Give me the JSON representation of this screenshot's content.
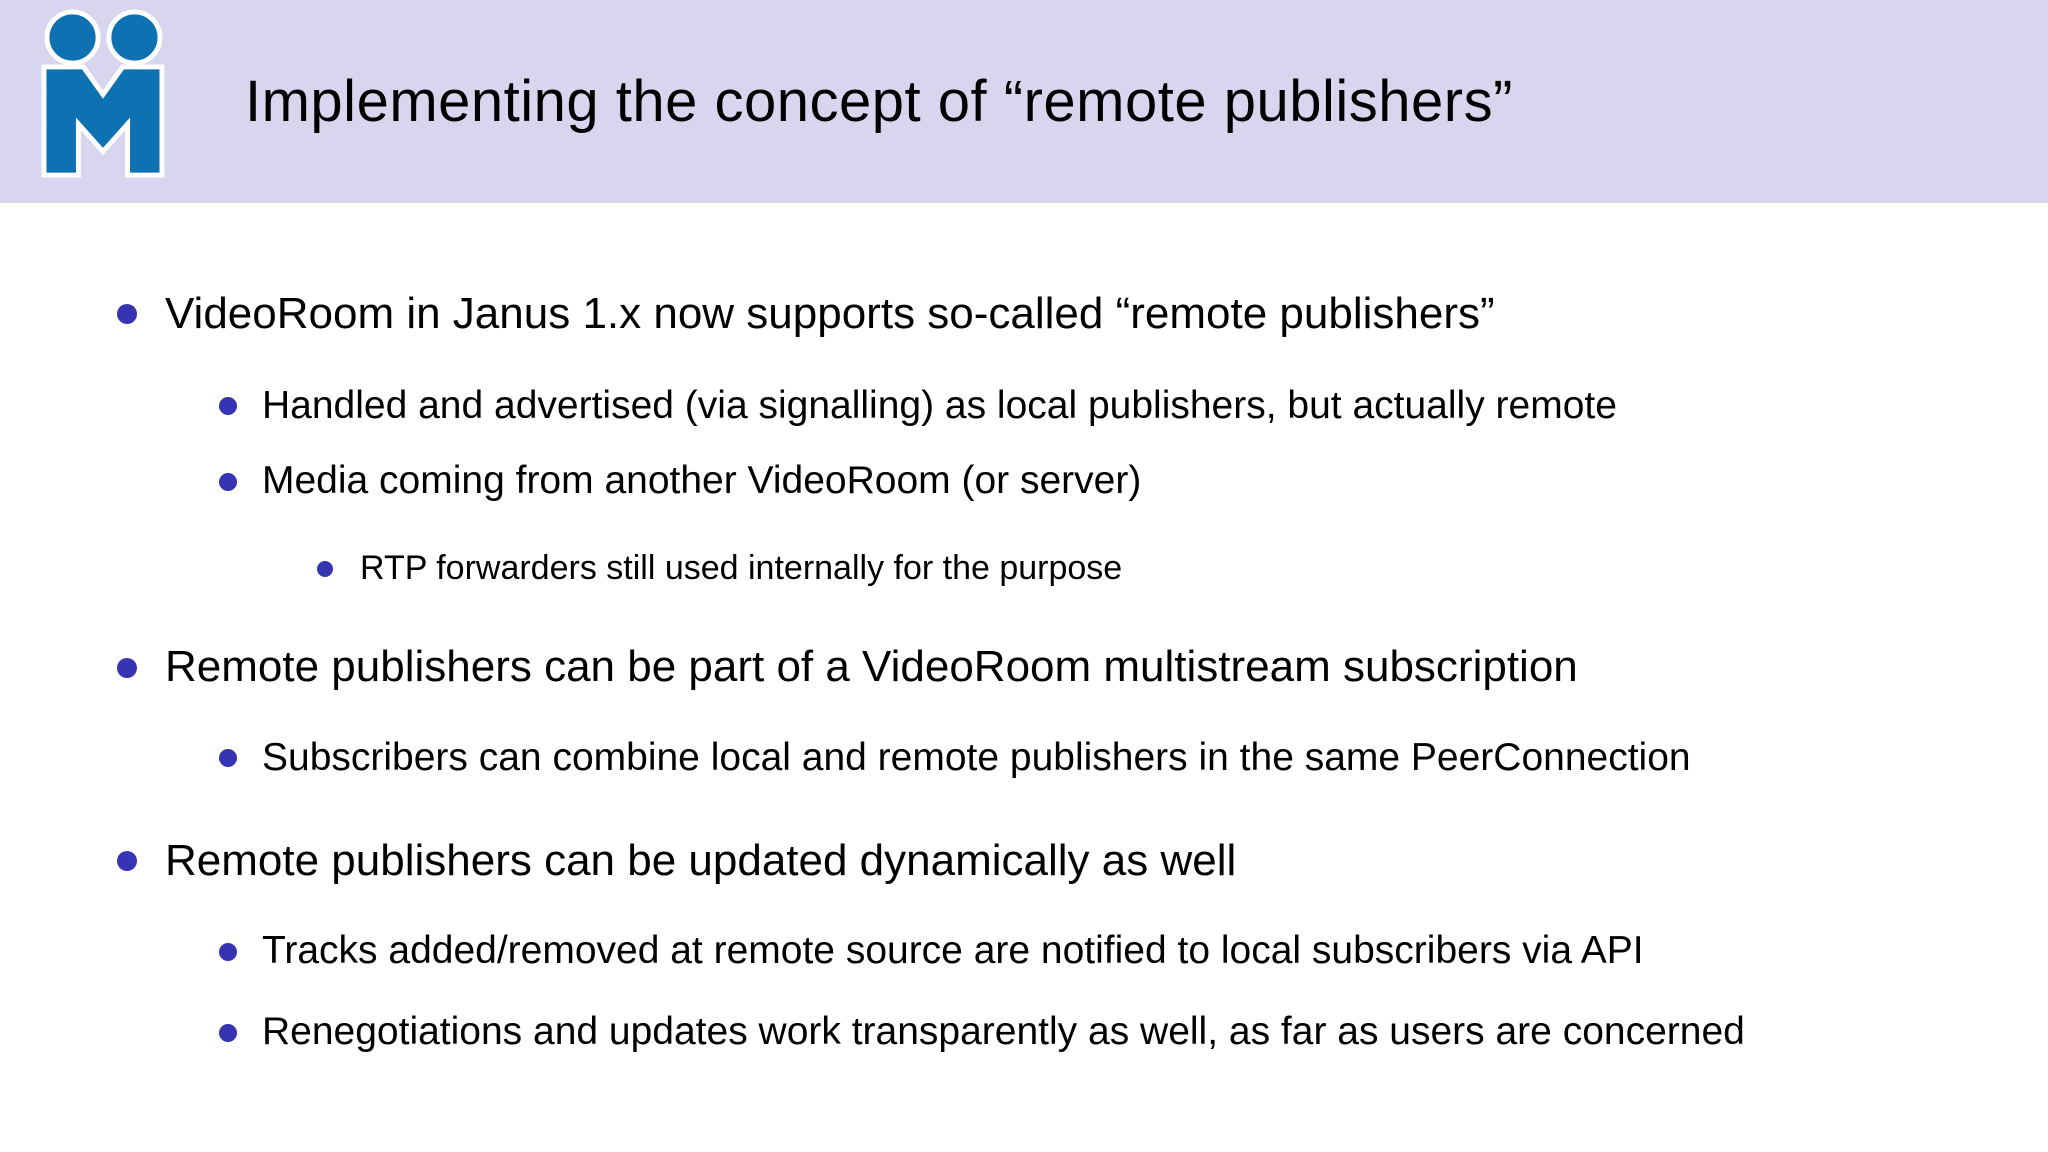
{
  "slide": {
    "title": "Implementing the concept of “remote publishers”",
    "logo": {
      "name": "meetecho-logo",
      "color": "#0e72b2"
    },
    "colors": {
      "header_bg": "#d8d5ee",
      "body_bg": "#ffffff",
      "bullet_dot": "#3734b3",
      "text": "#000000"
    },
    "bullets": [
      {
        "level": 1,
        "text": "VideoRoom in Janus 1.x now supports so-called “remote publishers”"
      },
      {
        "level": 2,
        "text": "Handled and advertised (via signalling) as local publishers, but actually remote"
      },
      {
        "level": 2,
        "text": "Media coming from another VideoRoom (or server)"
      },
      {
        "level": 3,
        "text": "RTP forwarders still used internally for the purpose"
      },
      {
        "level": 1,
        "text": "Remote publishers can be part of a VideoRoom multistream subscription"
      },
      {
        "level": 2,
        "text": "Subscribers can combine local and remote publishers in the same PeerConnection"
      },
      {
        "level": 1,
        "text": "Remote publishers can be updated dynamically as well"
      },
      {
        "level": 2,
        "text": "Tracks added/removed at remote source are notified to local subscribers via API"
      },
      {
        "level": 2,
        "text": "Renegotiations and updates work transparently as well, as far as users are concerned"
      }
    ]
  }
}
